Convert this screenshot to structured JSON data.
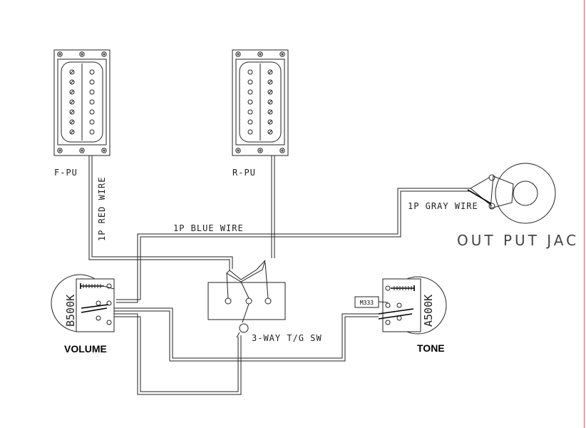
{
  "labels": {
    "front_pickup": "F-PU",
    "rear_pickup": "R-PU",
    "red_wire": "1P RED WIRE",
    "blue_wire": "1P BLUE WIRE",
    "gray_wire": "1P GRAY WIRE",
    "output_jack": "OUT PUT JAC",
    "switch": "3-WAY T/G SW",
    "volume": "VOLUME",
    "tone": "TONE",
    "volume_pot": "B500K",
    "tone_pot": "A500K",
    "capacitor": "M333"
  },
  "colors": {
    "line": "#222222",
    "background": "#ffffff",
    "page_edge": "#e25c5c"
  }
}
